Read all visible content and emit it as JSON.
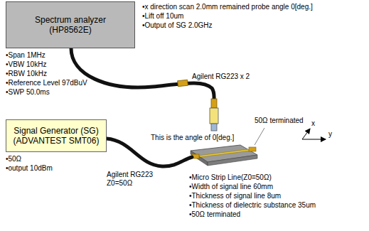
{
  "diagram": {
    "nodes": [
      {
        "text": [
          "Spectrum analyzer (HP8562E)"
        ]
      },
      {
        "text": [
          "Signal Generator (SG) (ADVANTEST SMT06)"
        ]
      }
    ],
    "labels": [
      "•x direction scan 2.0mm remained probe angle 0[deg.]",
      "•Lift off 10um",
      "•Output of SG 2.0GHz",
      "•Span 1MHz",
      "•VBW 10kHz",
      "•RBW 10kHz",
      "•Reference Level 97dBuV",
      "•SWP 50.0ms",
      "Agilent RG223 x 2",
      "This is the angle of 0[deg.]",
      "50Ω terminated",
      "x",
      "y",
      "•50Ω",
      "•output 10dBm",
      "Agilent RG223 Z0=50Ω",
      "•Micro Strip Line(Z0=50Ω)",
      "•Width of signal line 60mm",
      "•Thickness of signal line 8um",
      "•Thickness of dielectric substance 35um",
      "•50Ω terminated"
    ]
  }
}
